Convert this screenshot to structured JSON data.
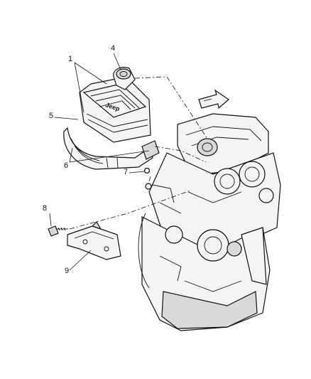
{
  "callouts": {
    "c1": "1",
    "c4": "4",
    "c5": "5",
    "c6": "6",
    "c7": "7",
    "c8": "8",
    "c9": "9"
  },
  "logo_text": "Jeep",
  "colors": {
    "line": "#111111",
    "fill": "#f4f4f4",
    "shade": "#d9d9d9"
  },
  "icons": [
    "direction-arrow-icon"
  ]
}
